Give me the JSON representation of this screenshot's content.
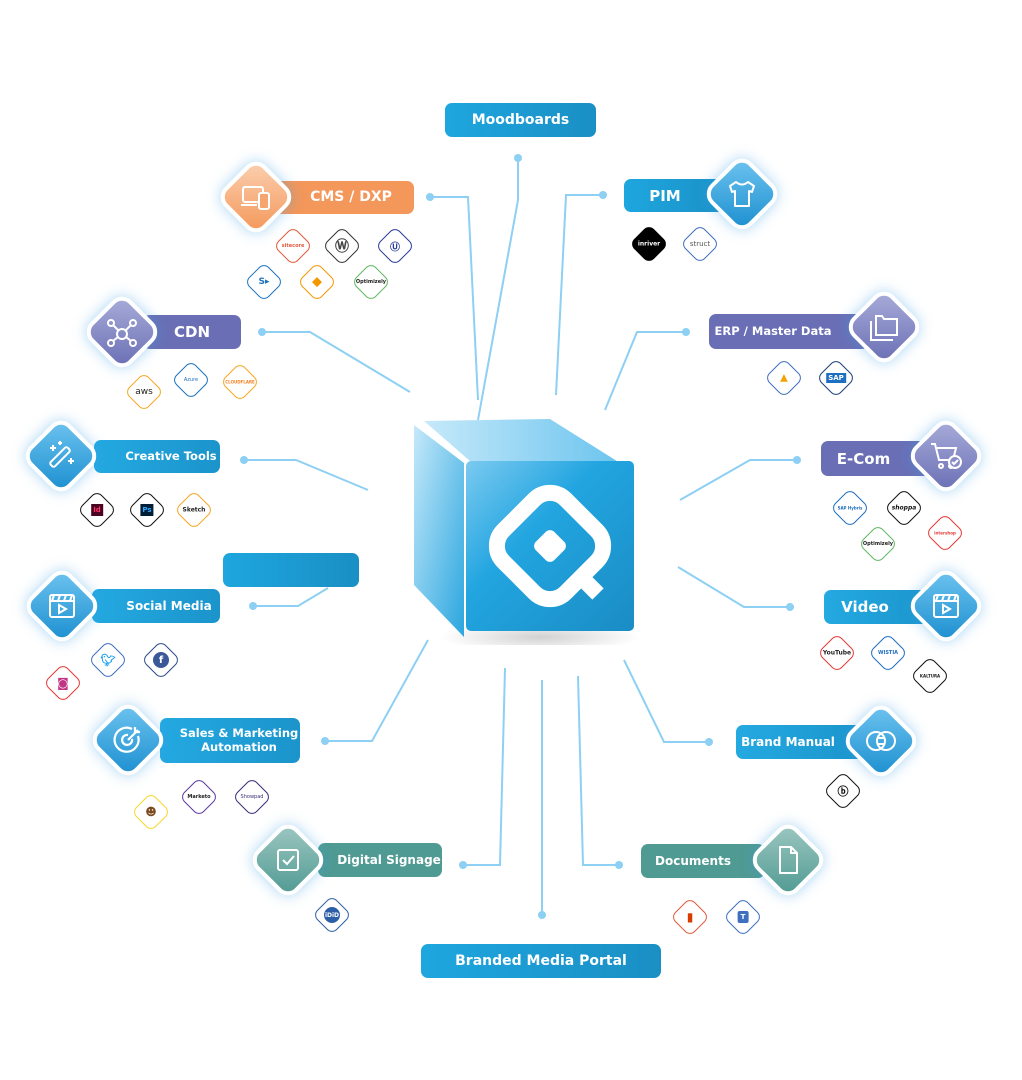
{
  "diagram": {
    "center": {
      "name": "Q logo cube",
      "icon": "q-logo-icon",
      "color": "#1ea6df"
    },
    "nodes": {
      "moodboards": {
        "label": "Moodboards"
      },
      "cms": {
        "label": "CMS / DXP",
        "icon": "devices-icon",
        "color": "#f4975a",
        "logos": [
          "sitecore",
          "WordPress",
          "umbraco",
          "SharePoint",
          "TYPO3",
          "Optimizely"
        ]
      },
      "pim": {
        "label": "PIM",
        "icon": "tshirt-icon",
        "color": "#1ea6df",
        "logos": [
          "inriver",
          "struct"
        ]
      },
      "cdn": {
        "label": "CDN",
        "icon": "network-icon",
        "color": "#6a6fb5",
        "logos": [
          "aws",
          "Azure",
          "CLOUDFLARE"
        ]
      },
      "erp": {
        "label": "ERP / Master Data",
        "icon": "folders-icon",
        "color": "#6a6fb5",
        "logos": [
          "Dynamics",
          "SAP"
        ]
      },
      "creative": {
        "label": "Creative Tools",
        "icon": "magic-wand-icon",
        "color": "#1ea6df",
        "logos": [
          "Id",
          "Ps",
          "Sketch"
        ]
      },
      "ecom": {
        "label": "E-Com",
        "icon": "cart-check-icon",
        "color": "#6a6fb5",
        "logos": [
          "SAP Hybris",
          "shoppa",
          "Optimizely",
          "intershop"
        ]
      },
      "blank": {
        "label": ""
      },
      "social": {
        "label": "Social Media",
        "icon": "video-clapper-icon",
        "color": "#1ea6df",
        "logos": [
          "Instagram",
          "Twitter",
          "f"
        ]
      },
      "video": {
        "label": "Video",
        "icon": "video-clapper-icon",
        "color": "#1ea6df",
        "logos": [
          "YouTube",
          "WISTIA",
          "KALTURA"
        ]
      },
      "sales": {
        "label": "Sales & Marketing Automation",
        "line1": "Sales & Marketing",
        "line2": "Automation",
        "icon": "target-icon",
        "color": "#1ea6df",
        "logos": [
          "Mailchimp",
          "Marketo",
          "Showpad"
        ]
      },
      "brand": {
        "label": "Brand Manual",
        "icon": "overlap-circles-icon",
        "color": "#1ea6df",
        "logos": [
          "dalBroome"
        ]
      },
      "signage": {
        "label": "Digital Signage",
        "icon": "checkbox-icon",
        "color": "#4f9a92",
        "logos": [
          "iDiD"
        ]
      },
      "documents": {
        "label": "Documents",
        "icon": "document-icon",
        "color": "#4f9a92",
        "logos": [
          "Office",
          "Teams"
        ]
      },
      "portal": {
        "label": "Branded Media Portal"
      }
    }
  }
}
